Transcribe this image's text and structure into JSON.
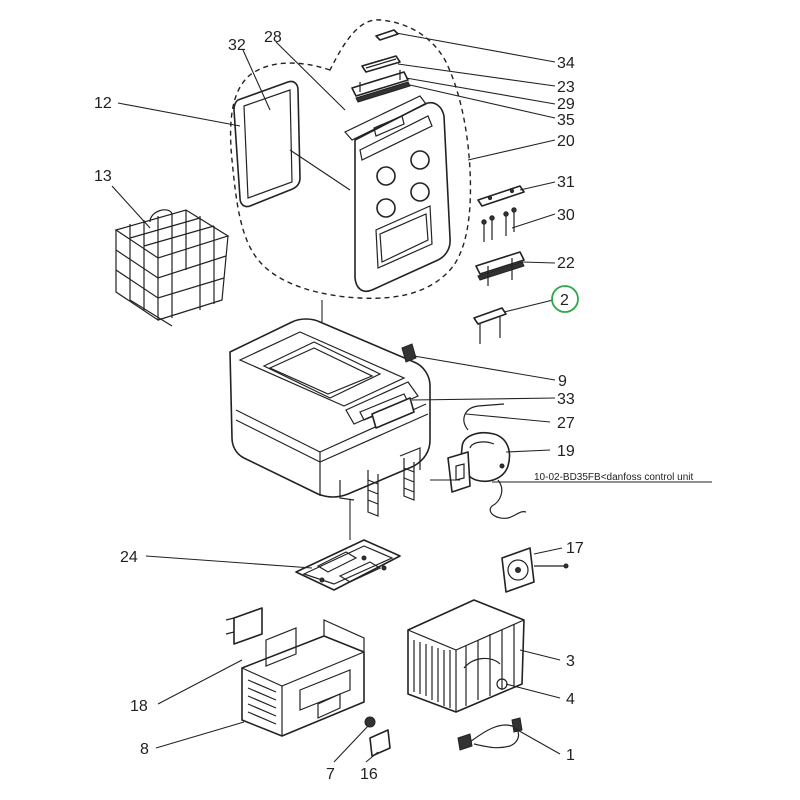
{
  "callouts": [
    {
      "id": "32",
      "label": "32"
    },
    {
      "id": "28",
      "label": "28"
    },
    {
      "id": "34",
      "label": "34"
    },
    {
      "id": "23",
      "label": "23"
    },
    {
      "id": "29",
      "label": "29"
    },
    {
      "id": "35",
      "label": "35"
    },
    {
      "id": "12",
      "label": "12"
    },
    {
      "id": "20",
      "label": "20"
    },
    {
      "id": "13",
      "label": "13"
    },
    {
      "id": "31",
      "label": "31"
    },
    {
      "id": "30",
      "label": "30"
    },
    {
      "id": "22",
      "label": "22"
    },
    {
      "id": "2",
      "label": "2",
      "highlighted": true
    },
    {
      "id": "9",
      "label": "9"
    },
    {
      "id": "33",
      "label": "33"
    },
    {
      "id": "27",
      "label": "27"
    },
    {
      "id": "19",
      "label": "19"
    },
    {
      "id": "24",
      "label": "24"
    },
    {
      "id": "17",
      "label": "17"
    },
    {
      "id": "3",
      "label": "3"
    },
    {
      "id": "18",
      "label": "18"
    },
    {
      "id": "4",
      "label": "4"
    },
    {
      "id": "8",
      "label": "8"
    },
    {
      "id": "1",
      "label": "1"
    },
    {
      "id": "7",
      "label": "7"
    },
    {
      "id": "16",
      "label": "16"
    }
  ],
  "control_unit_caption": "10-02-BD35FB<danfoss control unit",
  "colors": {
    "line": "#222222",
    "highlight_circle": "#2ea84a",
    "background": "#ffffff"
  }
}
